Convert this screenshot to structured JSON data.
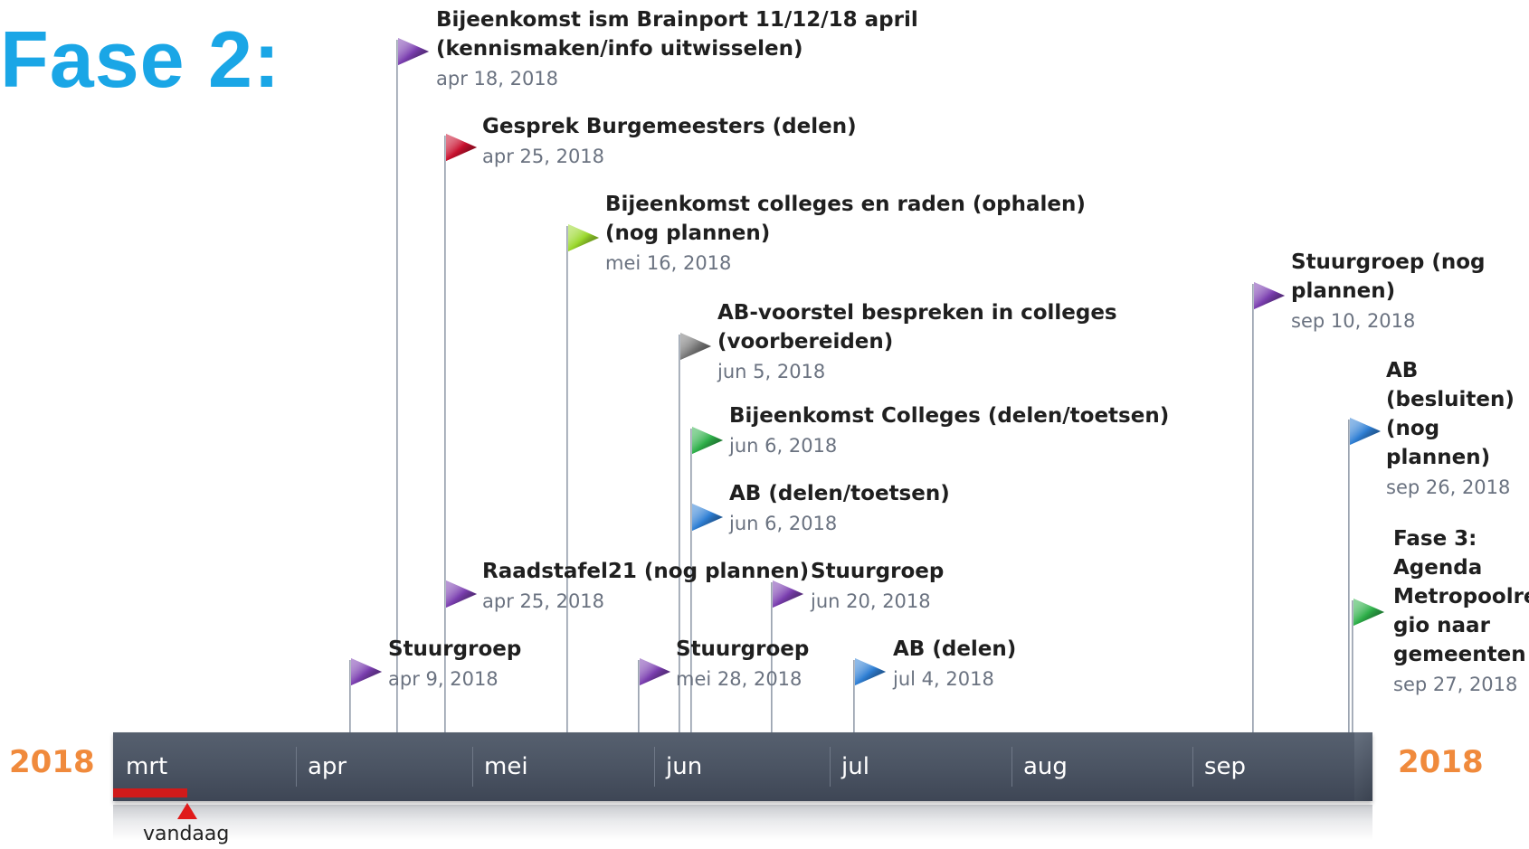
{
  "title": "Fase 2:",
  "year_left": "2018",
  "year_right": "2018",
  "today_label": "vandaag",
  "months": [
    "mrt",
    "apr",
    "mei",
    "jun",
    "jul",
    "aug",
    "sep"
  ],
  "colors": {
    "title": "#1aa6e6",
    "year": "#f08a3c",
    "band": "#4a5362",
    "today": "#d01a1a",
    "flag_purple": "#7b3fb0",
    "flag_red": "#c8102e",
    "flag_lime": "#9ad82c",
    "flag_gray": "#7a7a7a",
    "flag_green": "#2fb04a",
    "flag_blue": "#2f7fd4"
  },
  "milestones": [
    {
      "lines": [
        "Bijeenkomst ism Brainport 11/12/18 april",
        "(kennismaken/info uitwisselen)"
      ],
      "date": "apr 18, 2018",
      "color": "flag_purple"
    },
    {
      "lines": [
        "Gesprek Burgemeesters (delen)"
      ],
      "date": "apr 25, 2018",
      "color": "flag_red"
    },
    {
      "lines": [
        "Bijeenkomst colleges en raden (ophalen)",
        "(nog plannen)"
      ],
      "date": "mei 16, 2018",
      "color": "flag_lime"
    },
    {
      "lines": [
        "AB-voorstel bespreken in colleges",
        "(voorbereiden)"
      ],
      "date": "jun 5, 2018",
      "color": "flag_gray"
    },
    {
      "lines": [
        "Bijeenkomst Colleges (delen/toetsen)"
      ],
      "date": "jun 6, 2018",
      "color": "flag_green"
    },
    {
      "lines": [
        "AB (delen/toetsen)"
      ],
      "date": "jun 6, 2018",
      "color": "flag_blue"
    },
    {
      "lines": [
        "Raadstafel21 (nog plannen)"
      ],
      "date": "apr 25, 2018",
      "color": "flag_purple"
    },
    {
      "lines": [
        "Stuurgroep"
      ],
      "date": "jun 20, 2018",
      "color": "flag_purple"
    },
    {
      "lines": [
        "Stuurgroep"
      ],
      "date": "apr 9, 2018",
      "color": "flag_purple"
    },
    {
      "lines": [
        "Stuurgroep"
      ],
      "date": "mei 28, 2018",
      "color": "flag_purple"
    },
    {
      "lines": [
        "AB (delen)"
      ],
      "date": "jul 4, 2018",
      "color": "flag_blue"
    },
    {
      "lines": [
        "Stuurgroep (nog",
        "plannen)"
      ],
      "date": "sep 10, 2018",
      "color": "flag_purple"
    },
    {
      "lines": [
        "AB",
        "(besluiten)",
        "(nog",
        "plannen)"
      ],
      "date": "sep 26, 2018",
      "color": "flag_blue"
    },
    {
      "lines": [
        "Fase 3:",
        "Agenda",
        "Metropoolre",
        "gio naar",
        "gemeenten"
      ],
      "date": "sep 27, 2018",
      "color": "flag_green"
    }
  ]
}
